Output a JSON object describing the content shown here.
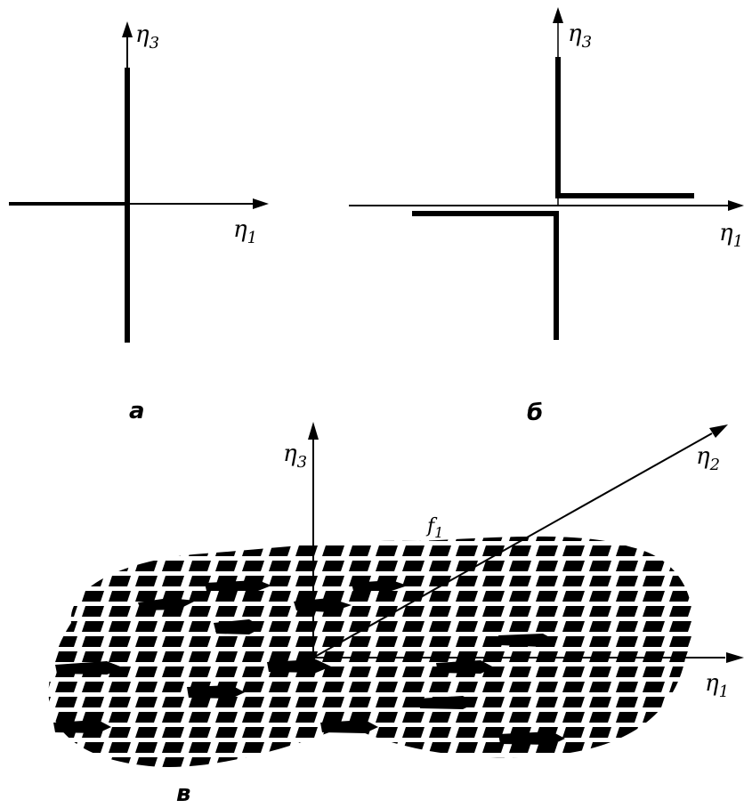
{
  "panels": {
    "a": {
      "caption": "а",
      "axis_h": "η",
      "axis_h_sub": "1",
      "axis_v": "η",
      "axis_v_sub": "3"
    },
    "b": {
      "caption": "б",
      "axis_h": "η",
      "axis_h_sub": "1",
      "axis_v": "η",
      "axis_v_sub": "3"
    },
    "c": {
      "caption": "в",
      "axis_h": "η",
      "axis_h_sub": "1",
      "axis_v": "η",
      "axis_v_sub": "3",
      "axis_d": "η",
      "axis_d_sub": "2",
      "surface_label": "f",
      "surface_label_sub": "1"
    }
  },
  "colors": {
    "ink": "#000000",
    "paper": "#ffffff"
  }
}
